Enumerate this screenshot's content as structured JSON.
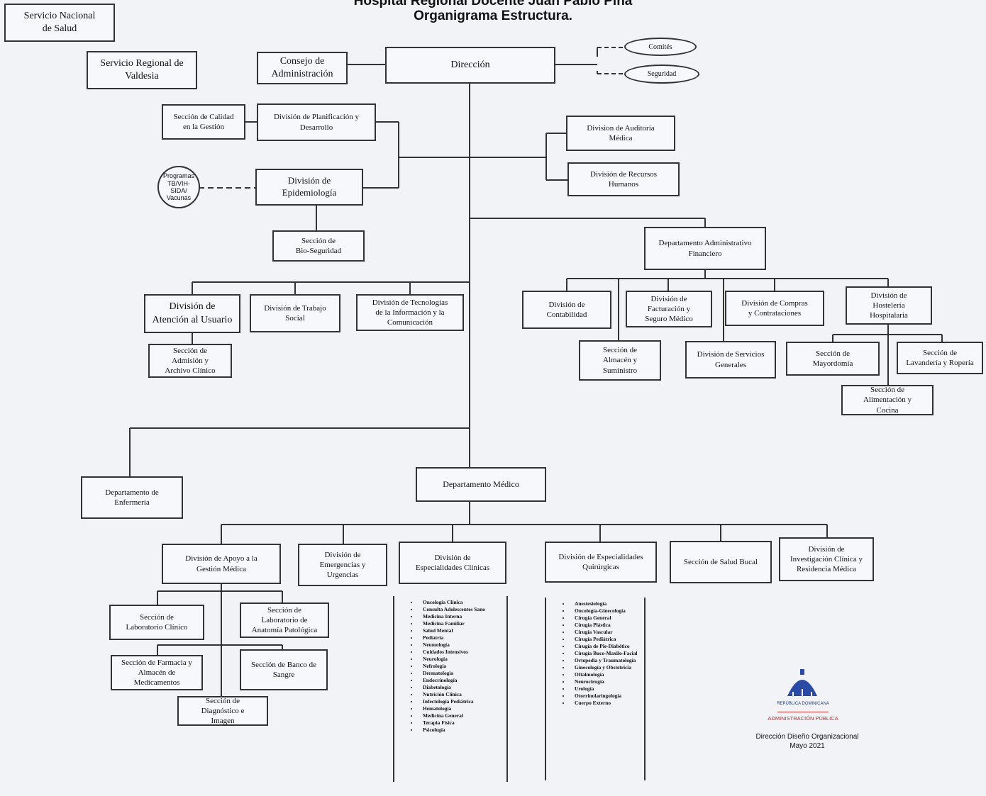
{
  "header": {
    "title_line1": "Hospital Regional Docente Juan Pablo Pina",
    "title_line2": "Organigrama Estructura."
  },
  "units": {
    "servicio_nacional": "Servicio Nacional\nde Salud",
    "servicio_regional": "Servicio Regional de\nValdesia",
    "consejo": "Consejo de\nAdministración",
    "direccion": "Dirección",
    "comites": "Comités",
    "seguridad": "Seguridad",
    "calidad": "Sección de Calidad\nen la Gestión",
    "planificacion": "División de Planificación y\nDesarrollo",
    "auditoria": "Division de Auditoría\nMédica",
    "rrhh": "División de Recursos\nHumanos",
    "programas": "Programas\nTB/VIH-\nSIDA/\nVacunas",
    "epidemiologia": "División de\nEpidemiología",
    "bioseguridad": "Sección de\nBio-Seguridad",
    "admin_financiero": "Departamento Administrativo\nFinanciero",
    "atencion_usuario": "División de\nAtención al Usuario",
    "trabajo_social": "División de Trabajo\nSocial",
    "tic": "División de Tecnologías\nde la Información y la\nComunicación",
    "admision": "Sección de\nAdmisión y\nArchivo Clínico",
    "contabilidad": "División de\nContabilidad",
    "facturacion": "División de\nFacturación y\nSeguro Médico",
    "compras": "División de Compras\ny Contrataciones",
    "hosteleria": "División de\nHostelería\nHospitalaria",
    "almacen": "Sección de\nAlmacén y\nSuministro",
    "servicios_generales": "División de Servicios\nGenerales",
    "mayordomia": "Sección de\nMayordomía",
    "lavanderia": "Sección de\nLavandería y Ropería",
    "alimentacion": "Sección de\nAlimentación y\nCocina",
    "enfermeria": "Departamento de\nEnfermería",
    "medico": "Departamento Médico",
    "apoyo_gestion": "División de Apoyo a la\nGestión Médica",
    "emergencias": "División de\nEmergencias y\nUrgencias",
    "esp_clinicas": "División de\nEspecialidades Clínicas",
    "esp_quirurgicas": "División de Especialidades\nQuirúrgicas",
    "salud_bucal": "Sección de Salud Bucal",
    "investigacion": "División de\nInvestigación Clínica y\nResidencia Médica",
    "lab_clinico": "Sección de\nLaboratorio Clínico",
    "anatomia": "Sección de\nLaboratorio de\nAnatomía Patológica",
    "farmacia": "Sección de Farmacia y\nAlmacén de\nMedicamentos",
    "banco_sangre": "Sección de Banco de\nSangre",
    "diagnostico": "Sección de\nDiagnóstico e\nImagen"
  },
  "clinicas_list": [
    "Oncología Clínica",
    "Consulta Adolescentes Sano",
    "Medicina Interna",
    "Medicina Familiar",
    "Salud Mental",
    "Pediatría",
    "Neumología",
    "Cuidados Intensivos",
    "Neurología",
    "Nefrología",
    "Dermatología",
    "Endocrinología",
    "Diabetología",
    "Nutrición Clínica",
    "Infectología Pediátrica",
    "Hematología",
    "Medicina General",
    "Terapia Física",
    "Psicología"
  ],
  "quirurgicas_list": [
    "Anestesiología",
    "Oncología-Ginecología",
    "Cirugía General",
    "Cirugía Plástica",
    "Cirugía Vascular",
    "Cirugía Pediátrica",
    "Cirugía de Pie-Diabético",
    "Cirugía Buco-Maxilo-Facial",
    "Ortopedia y Traumatología",
    "Ginecología y Obstetricia",
    "Oftalmología",
    "Neurocirugía",
    "Urología",
    "Otorrinolaringología",
    "Cuerpo Externo"
  ],
  "logo": {
    "line1": "REPÚBLICA DOMINICANA",
    "line2": "ADMINISTRACIÓN PÚBLICA"
  },
  "footer": {
    "line1": "Dirección Diseño Organizacional",
    "line2": "Mayo 2021"
  }
}
